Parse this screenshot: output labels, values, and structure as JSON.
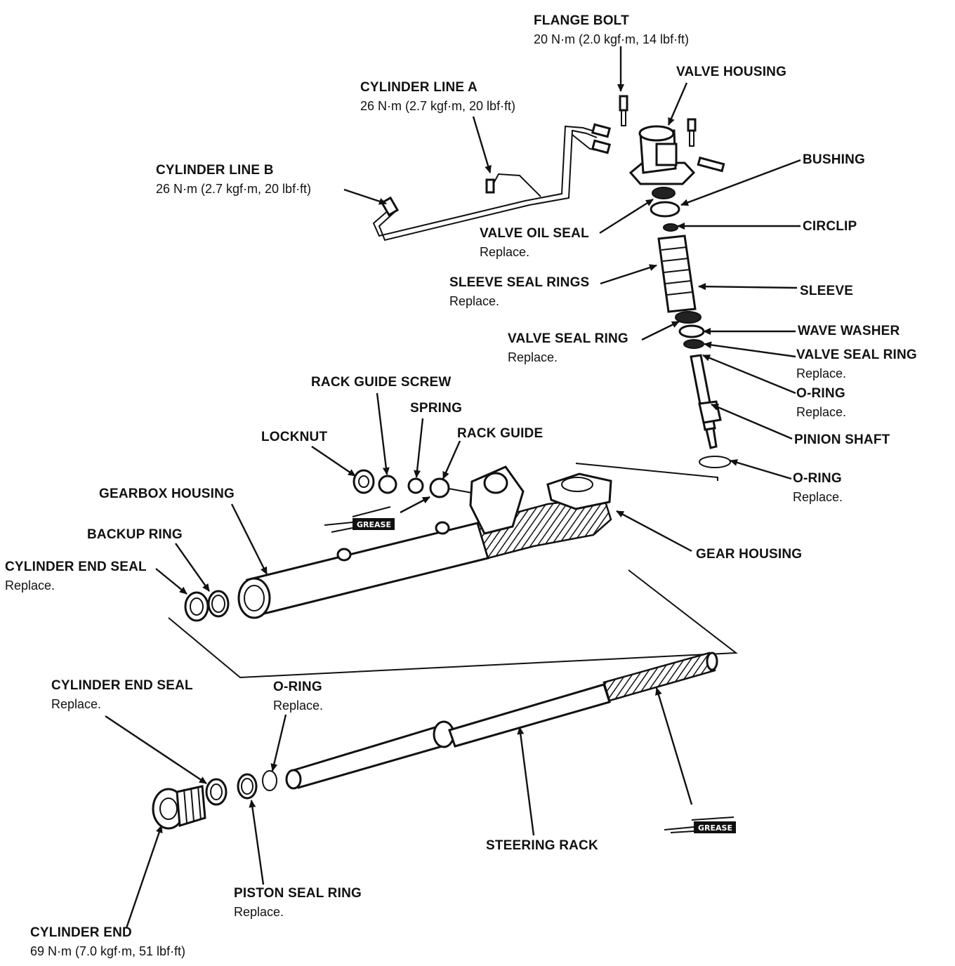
{
  "labels": {
    "flange_bolt": {
      "name": "FLANGE BOLT",
      "sub": "20 N·m (2.0 kgf·m, 14 lbf·ft)"
    },
    "valve_housing": {
      "name": "VALVE HOUSING"
    },
    "cylinder_line_a": {
      "name": "CYLINDER LINE A",
      "sub": "26 N·m (2.7 kgf·m, 20 lbf·ft)"
    },
    "cylinder_line_b": {
      "name": "CYLINDER LINE B",
      "sub": "26 N·m (2.7 kgf·m, 20 lbf·ft)"
    },
    "bushing": {
      "name": "BUSHING"
    },
    "valve_oil_seal": {
      "name": "VALVE OIL SEAL",
      "sub": "Replace."
    },
    "circlip": {
      "name": "CIRCLIP"
    },
    "sleeve_seal_rings": {
      "name": "SLEEVE SEAL RINGS",
      "sub": "Replace."
    },
    "sleeve": {
      "name": "SLEEVE"
    },
    "valve_seal_ring_left": {
      "name": "VALVE SEAL RING",
      "sub": "Replace."
    },
    "wave_washer": {
      "name": "WAVE WASHER"
    },
    "valve_seal_ring_right": {
      "name": "VALVE SEAL RING",
      "sub": "Replace."
    },
    "o_ring_upper": {
      "name": "O-RING",
      "sub": "Replace."
    },
    "pinion_shaft": {
      "name": "PINION SHAFT"
    },
    "o_ring_lower": {
      "name": "O-RING",
      "sub": "Replace."
    },
    "rack_guide_screw": {
      "name": "RACK GUIDE SCREW"
    },
    "spring": {
      "name": "SPRING"
    },
    "locknut": {
      "name": "LOCKNUT"
    },
    "rack_guide": {
      "name": "RACK GUIDE"
    },
    "gearbox_housing": {
      "name": "GEARBOX HOUSING"
    },
    "backup_ring": {
      "name": "BACKUP RING"
    },
    "cylinder_end_seal_upper": {
      "name": "CYLINDER END SEAL",
      "sub": "Replace."
    },
    "gear_housing": {
      "name": "GEAR HOUSING"
    },
    "cylinder_end_seal_lower": {
      "name": "CYLINDER END SEAL",
      "sub": "Replace."
    },
    "o_ring_rack": {
      "name": "O-RING",
      "sub": "Replace."
    },
    "steering_rack": {
      "name": "STEERING RACK"
    },
    "piston_seal_ring": {
      "name": "PISTON SEAL RING",
      "sub": "Replace."
    },
    "cylinder_end": {
      "name": "CYLINDER END",
      "sub": "69 N·m (7.0 kgf·m, 51 lbf·ft)"
    }
  },
  "grease_tags": [
    "GREASE",
    "GREASE"
  ]
}
